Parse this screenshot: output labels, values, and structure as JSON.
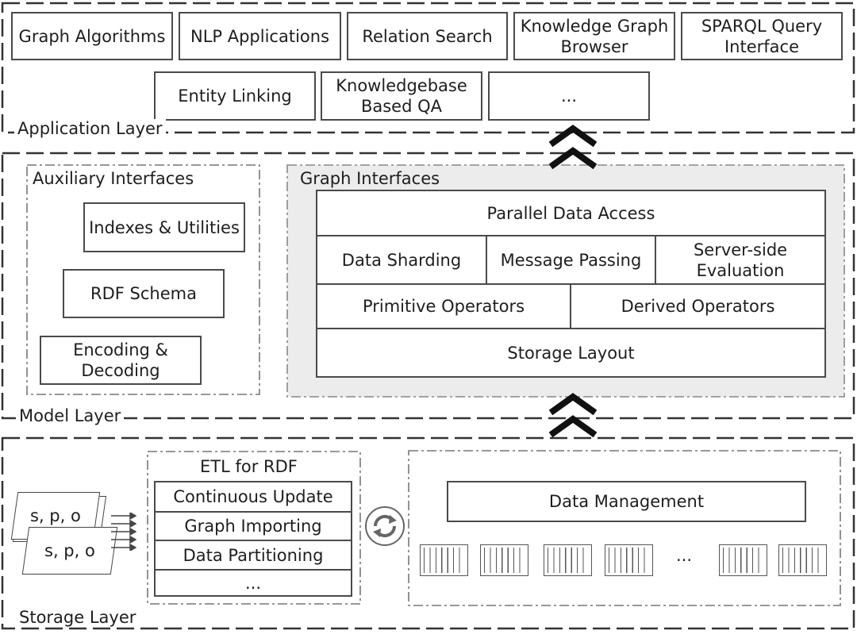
{
  "application_layer": {
    "label": "Application Layer",
    "boxes": [
      "Graph Algorithms",
      "NLP Applications",
      "Relation Search",
      "Knowledge Graph\nBrowser",
      "SPARQL Query\nInterface"
    ],
    "boxes_row2": [
      "Entity Linking",
      "Knowledgebase\nBased QA",
      "..."
    ]
  },
  "model_layer": {
    "label": "Model Layer",
    "auxiliary": {
      "title": "Auxiliary Interfaces",
      "items": [
        "Indexes & Utilities",
        "RDF Schema",
        "Encoding &\nDecoding"
      ]
    },
    "graph": {
      "title": "Graph Interfaces",
      "parallel": "Parallel Data Access",
      "row2": [
        "Data Sharding",
        "Message Passing",
        "Server-side\nEvaluation"
      ],
      "row3": [
        "Primitive Operators",
        "Derived Operators"
      ],
      "storage_layout": "Storage Layout"
    }
  },
  "storage_layer": {
    "label": "Storage Layer",
    "triple": "s, p, o",
    "etl": {
      "title": "ETL for RDF",
      "items": [
        "Continuous Update",
        "Graph Importing",
        "Data Partitioning",
        "..."
      ]
    },
    "data_management": "Data Management",
    "blocks_ellipsis": "..."
  },
  "colors": {
    "frame": "#333333",
    "graph_bg": "#ececec",
    "text": "#1e1e1e"
  },
  "icons": {
    "arrow": "double-chevron-up-icon",
    "sync": "sync-circle-icon"
  }
}
